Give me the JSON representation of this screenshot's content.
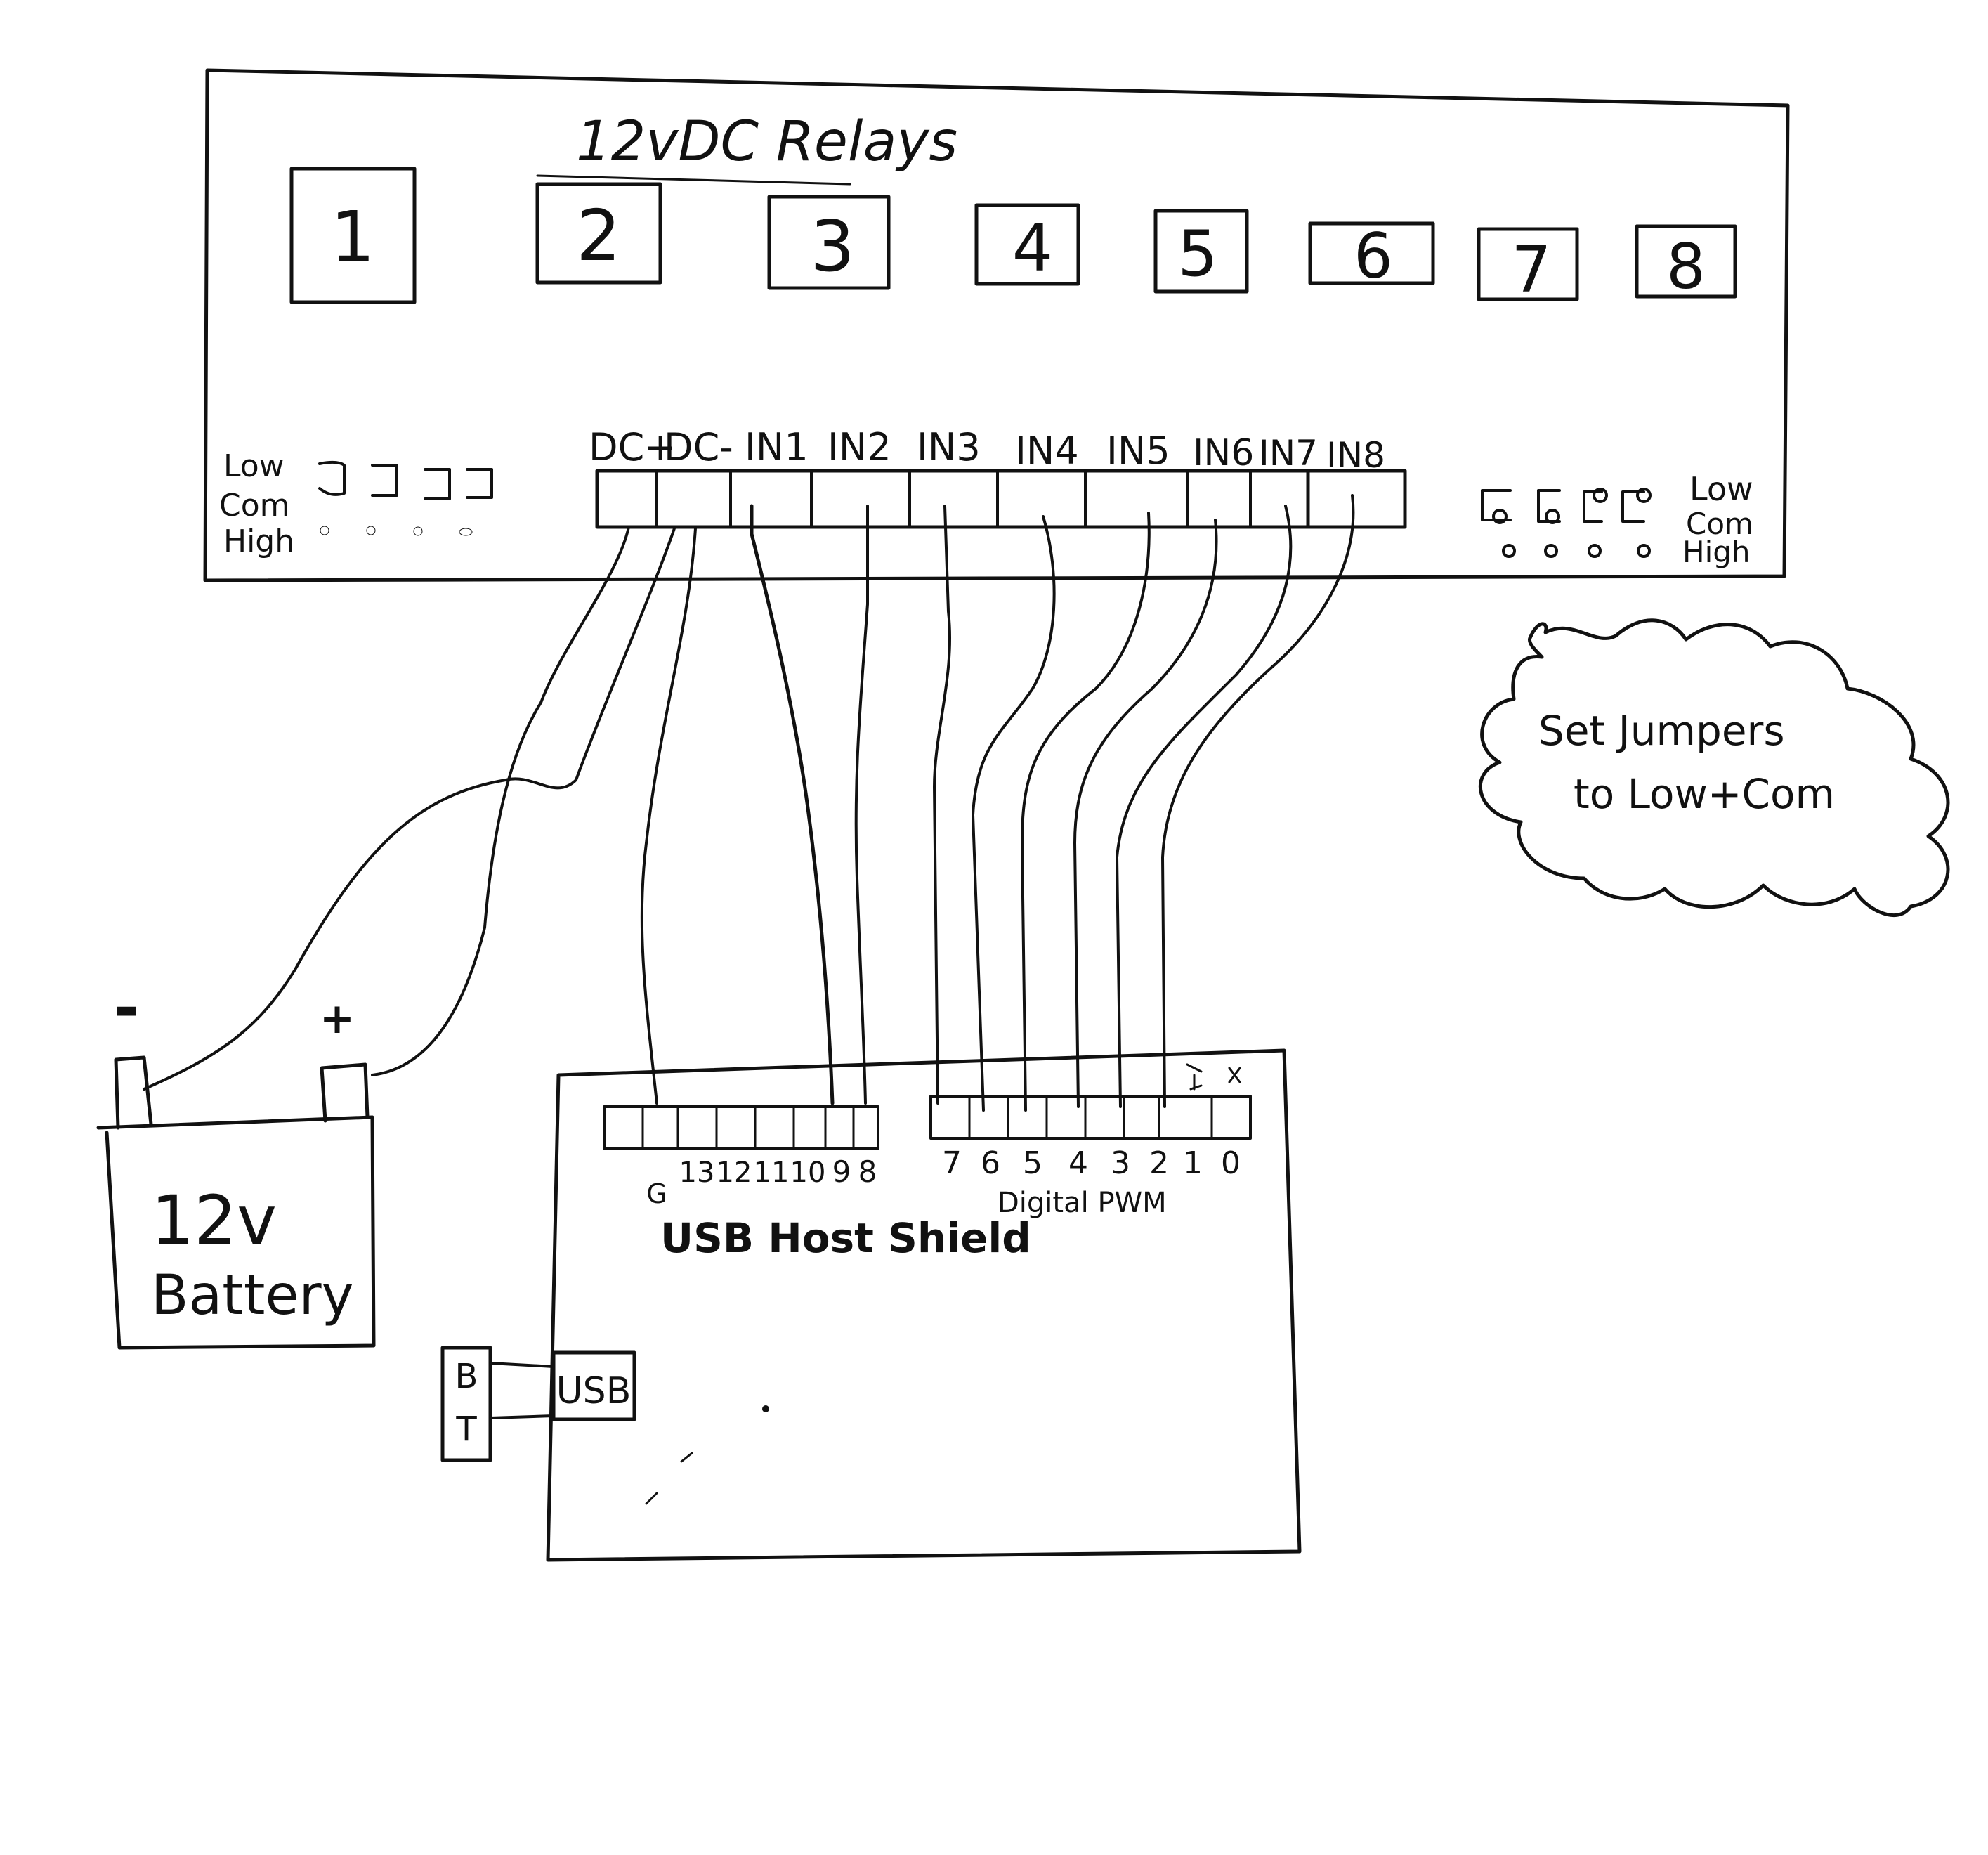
{
  "relay_board": {
    "title": "12vDC Relays",
    "relays": [
      "1",
      "2",
      "3",
      "4",
      "5",
      "6",
      "7",
      "8"
    ],
    "terminals": [
      "DC+",
      "DC-",
      "IN1",
      "IN2",
      "IN3",
      "IN4",
      "IN5",
      "IN6",
      "IN7",
      "IN8"
    ],
    "jumper_labels_left": [
      "Low",
      "Com",
      "High"
    ],
    "jumper_labels_right": [
      "Low",
      "Com",
      "High"
    ]
  },
  "battery": {
    "title_line1": "12v",
    "title_line2": "Battery",
    "minus": "-",
    "plus": "+"
  },
  "shield": {
    "title": "USB Host Shield",
    "left_header_labels": [
      "G",
      "13",
      "12",
      "11",
      "10",
      "9",
      "8"
    ],
    "right_header_labels": [
      "7",
      "6",
      "5",
      "4",
      "3",
      "2",
      "1",
      "0"
    ],
    "digital_label": "Digital PWM",
    "usb_label": "USB",
    "bt_label_1": "B",
    "bt_label_2": "T"
  },
  "note": {
    "line1": "Set Jumpers",
    "line2": "to Low+Com"
  }
}
